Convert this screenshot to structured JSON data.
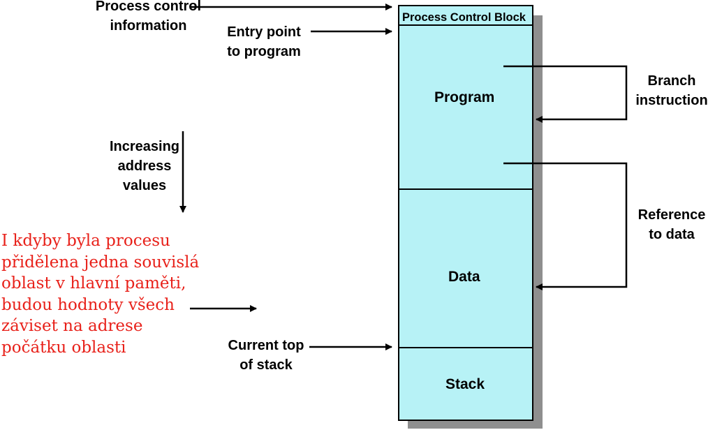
{
  "colors": {
    "block_fill": "#b7f2f6",
    "shadow": "#8f8f8f",
    "note_text": "#e8211a",
    "line": "#000000"
  },
  "memory_block": {
    "pcb_label": "Process Control Block",
    "program_label": "Program",
    "data_label": "Data",
    "stack_label": "Stack"
  },
  "labels": {
    "process_control_info": "Process control\ninformation",
    "entry_point": "Entry point\nto program",
    "increasing_address": "Increasing\naddress\nvalues",
    "branch_instruction": "Branch\ninstruction",
    "reference_to_data": "Reference\nto data",
    "current_top_of_stack": "Current top\nof stack"
  },
  "note": "I kdyby byla procesu\npřidělena jedna souvislá\noblast v hlavní paměti,\nbudou hodnoty všech\nzáviset na adrese\npočátku oblasti"
}
